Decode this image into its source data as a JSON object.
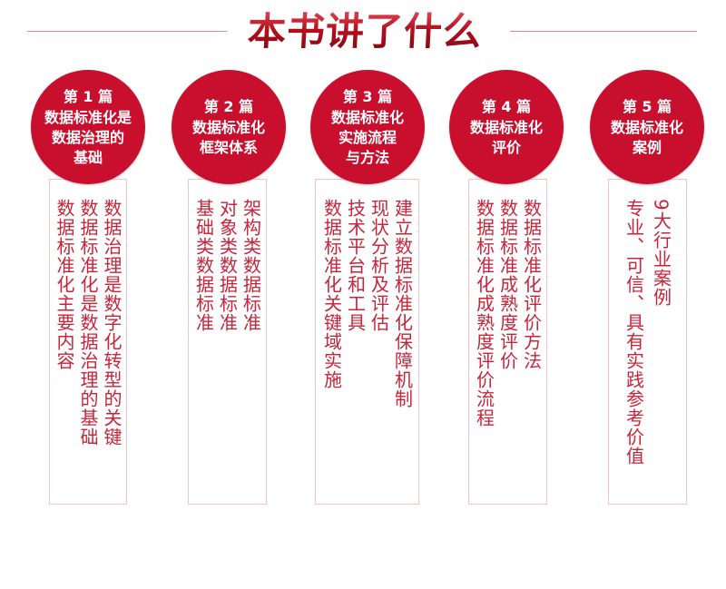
{
  "header": {
    "title": "本书讲了什么"
  },
  "colors": {
    "accent_red": "#c8102e",
    "text_red": "#c8243a",
    "box_border": "#f0c4ca",
    "title_line": "#e08a96"
  },
  "parts": [
    {
      "label": "第 1 篇",
      "title_lines": [
        "数据标准化是",
        "数据治理的",
        "基础"
      ],
      "items": [
        "数据治理是数字化转型的关键",
        "数据标准化是数据治理的基础",
        "数据标准化主要内容"
      ]
    },
    {
      "label": "第 2 篇",
      "title_lines": [
        "数据标准化",
        "框架体系"
      ],
      "items": [
        "架构类数据标准",
        "对象类数据标准",
        "基础类数据标准"
      ]
    },
    {
      "label": "第 3 篇",
      "title_lines": [
        "数据标准化",
        "实施流程",
        "与方法"
      ],
      "items": [
        "建立数据标准化保障机制",
        "现状分析及评估",
        "技术平台和工具",
        "数据标准化关键域实施"
      ]
    },
    {
      "label": "第 4 篇",
      "title_lines": [
        "数据标准化",
        "评价"
      ],
      "items": [
        "数据标准化评价方法",
        "数据标准成熟度评价",
        "数据标准化成熟度评价流程"
      ]
    },
    {
      "label": "第 5 篇",
      "title_lines": [
        "数据标准化",
        "案例"
      ],
      "items": [
        "9大行业案例",
        "专业、可信、具有实践参考价值"
      ]
    }
  ]
}
